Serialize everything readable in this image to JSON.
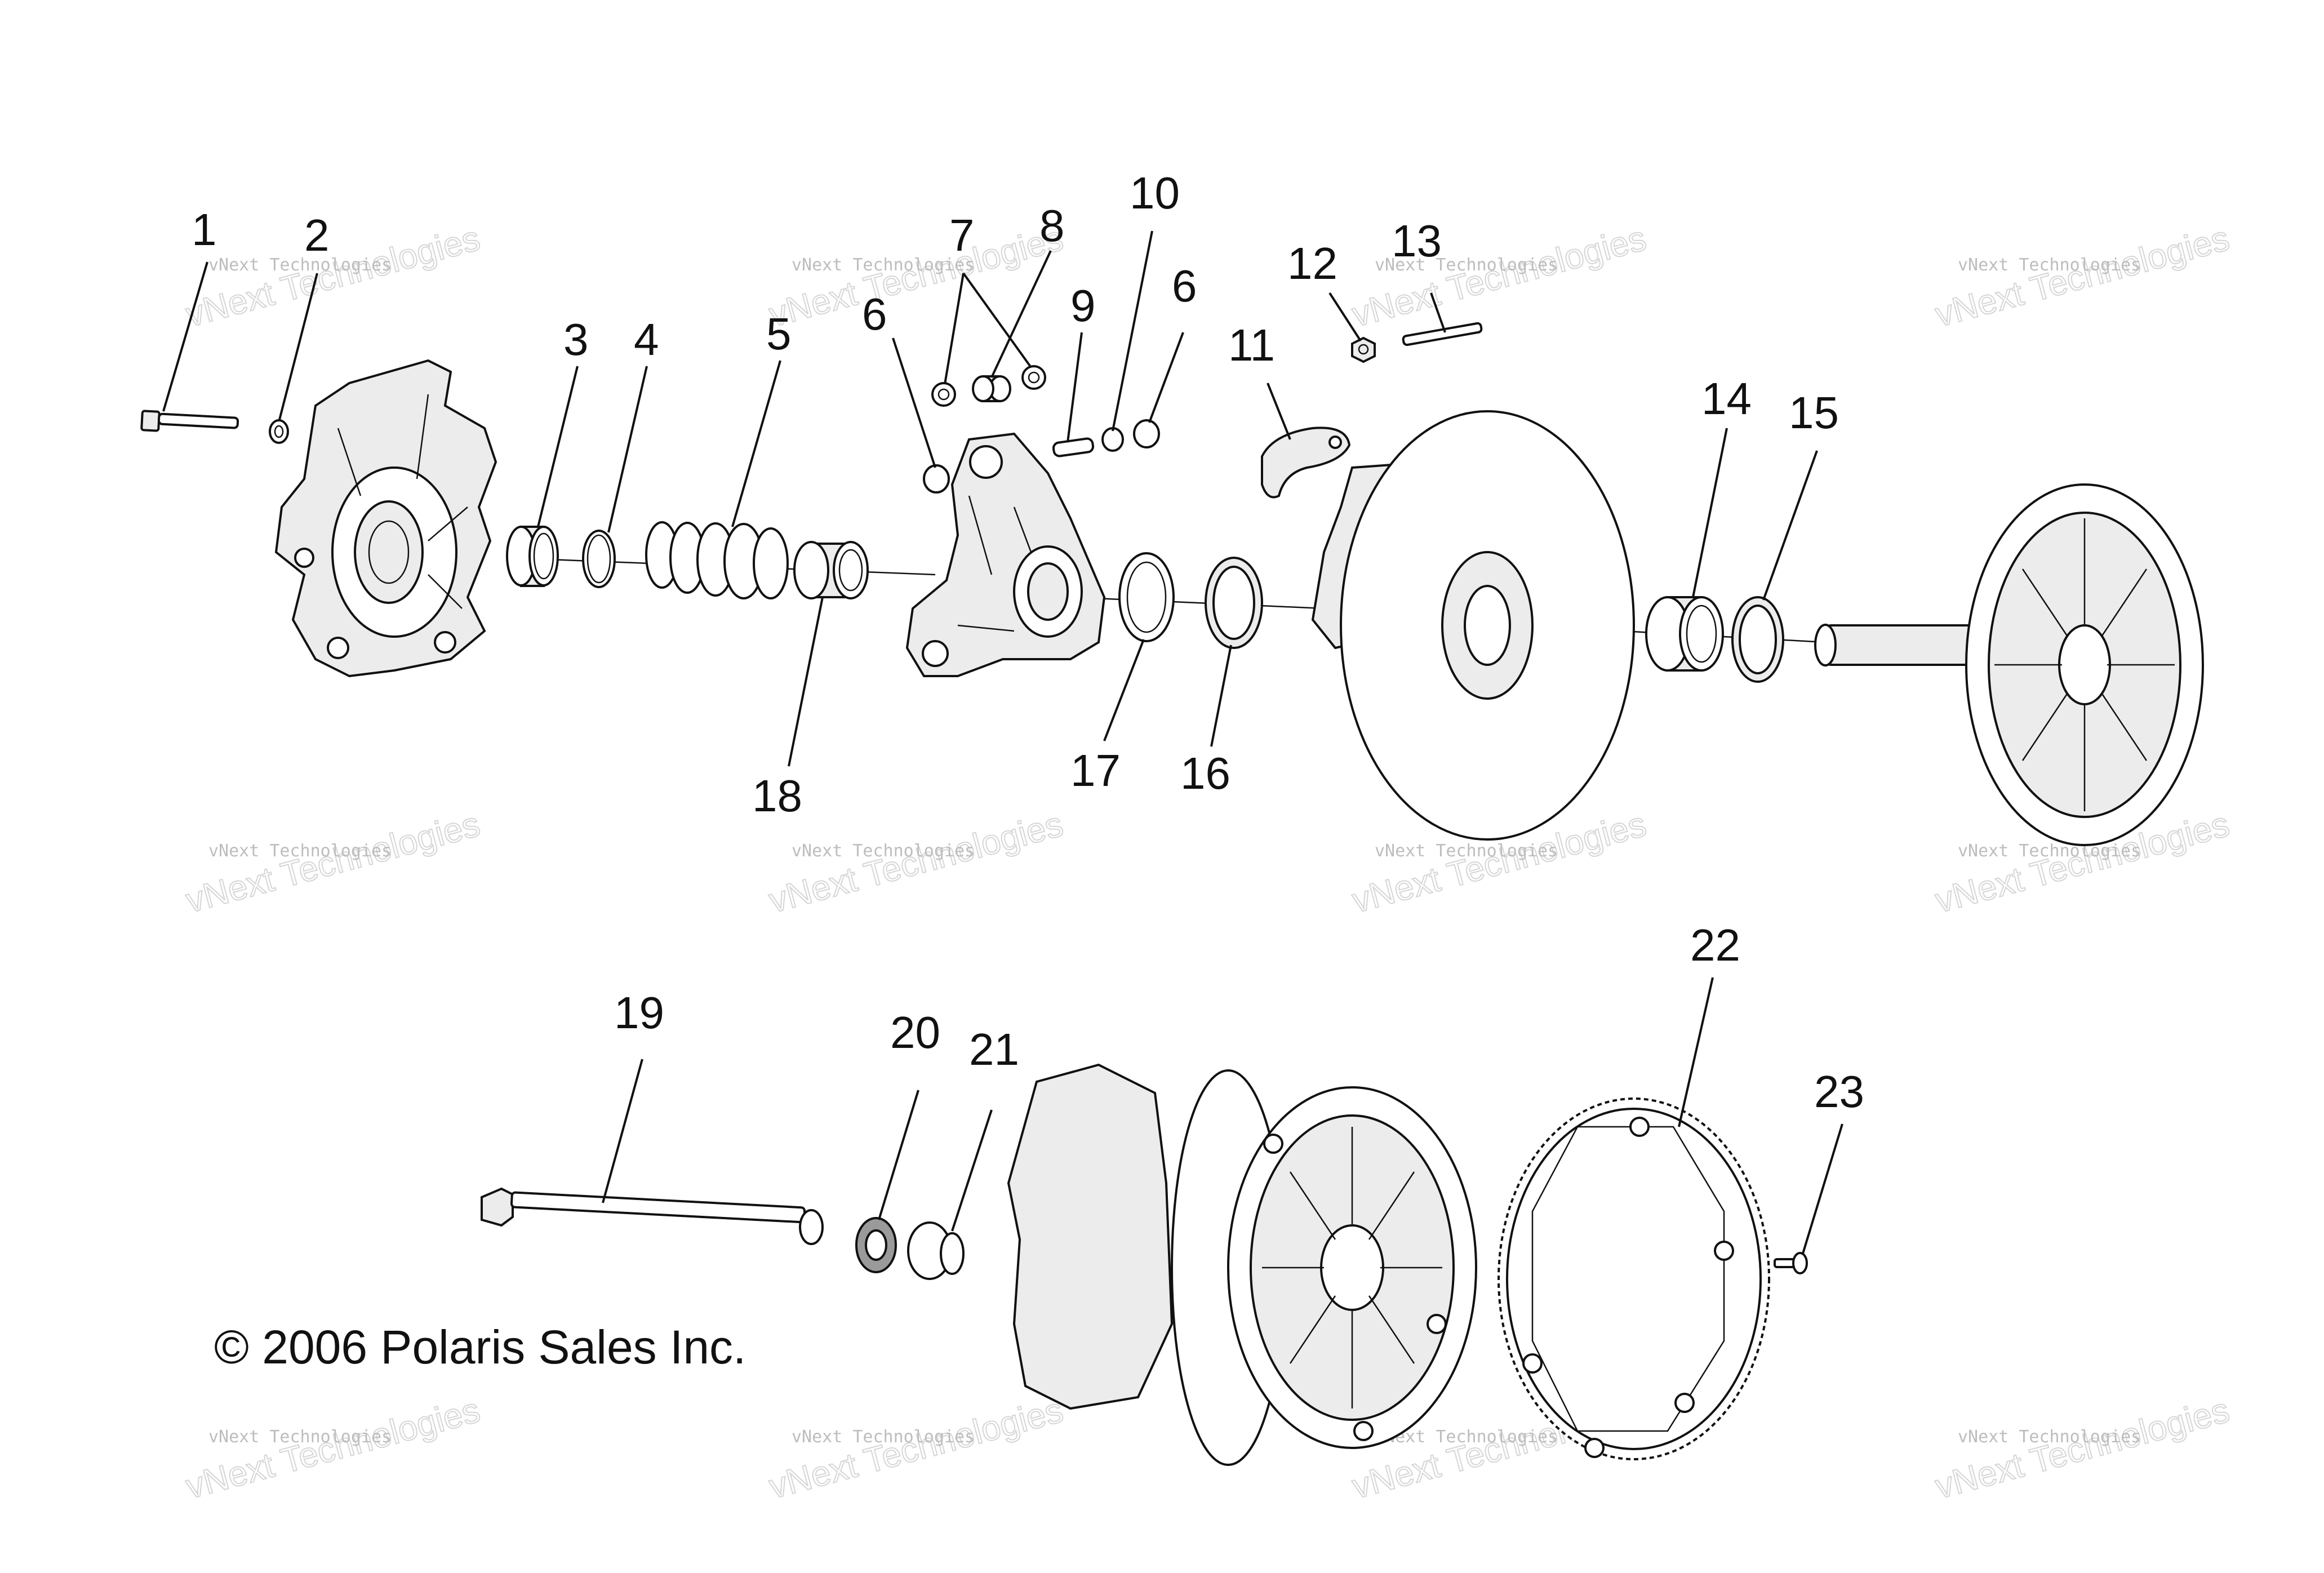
{
  "copyright": "© 2006 Polaris Sales Inc.",
  "watermark": {
    "small": "vNext Technologies",
    "large": "vNext Technologies"
  },
  "callouts": [
    "1",
    "2",
    "3",
    "4",
    "5",
    "6",
    "7",
    "8",
    "9",
    "10",
    "6",
    "11",
    "12",
    "13",
    "14",
    "15",
    "16",
    "17",
    "18",
    "19",
    "20",
    "21",
    "22",
    "23"
  ]
}
